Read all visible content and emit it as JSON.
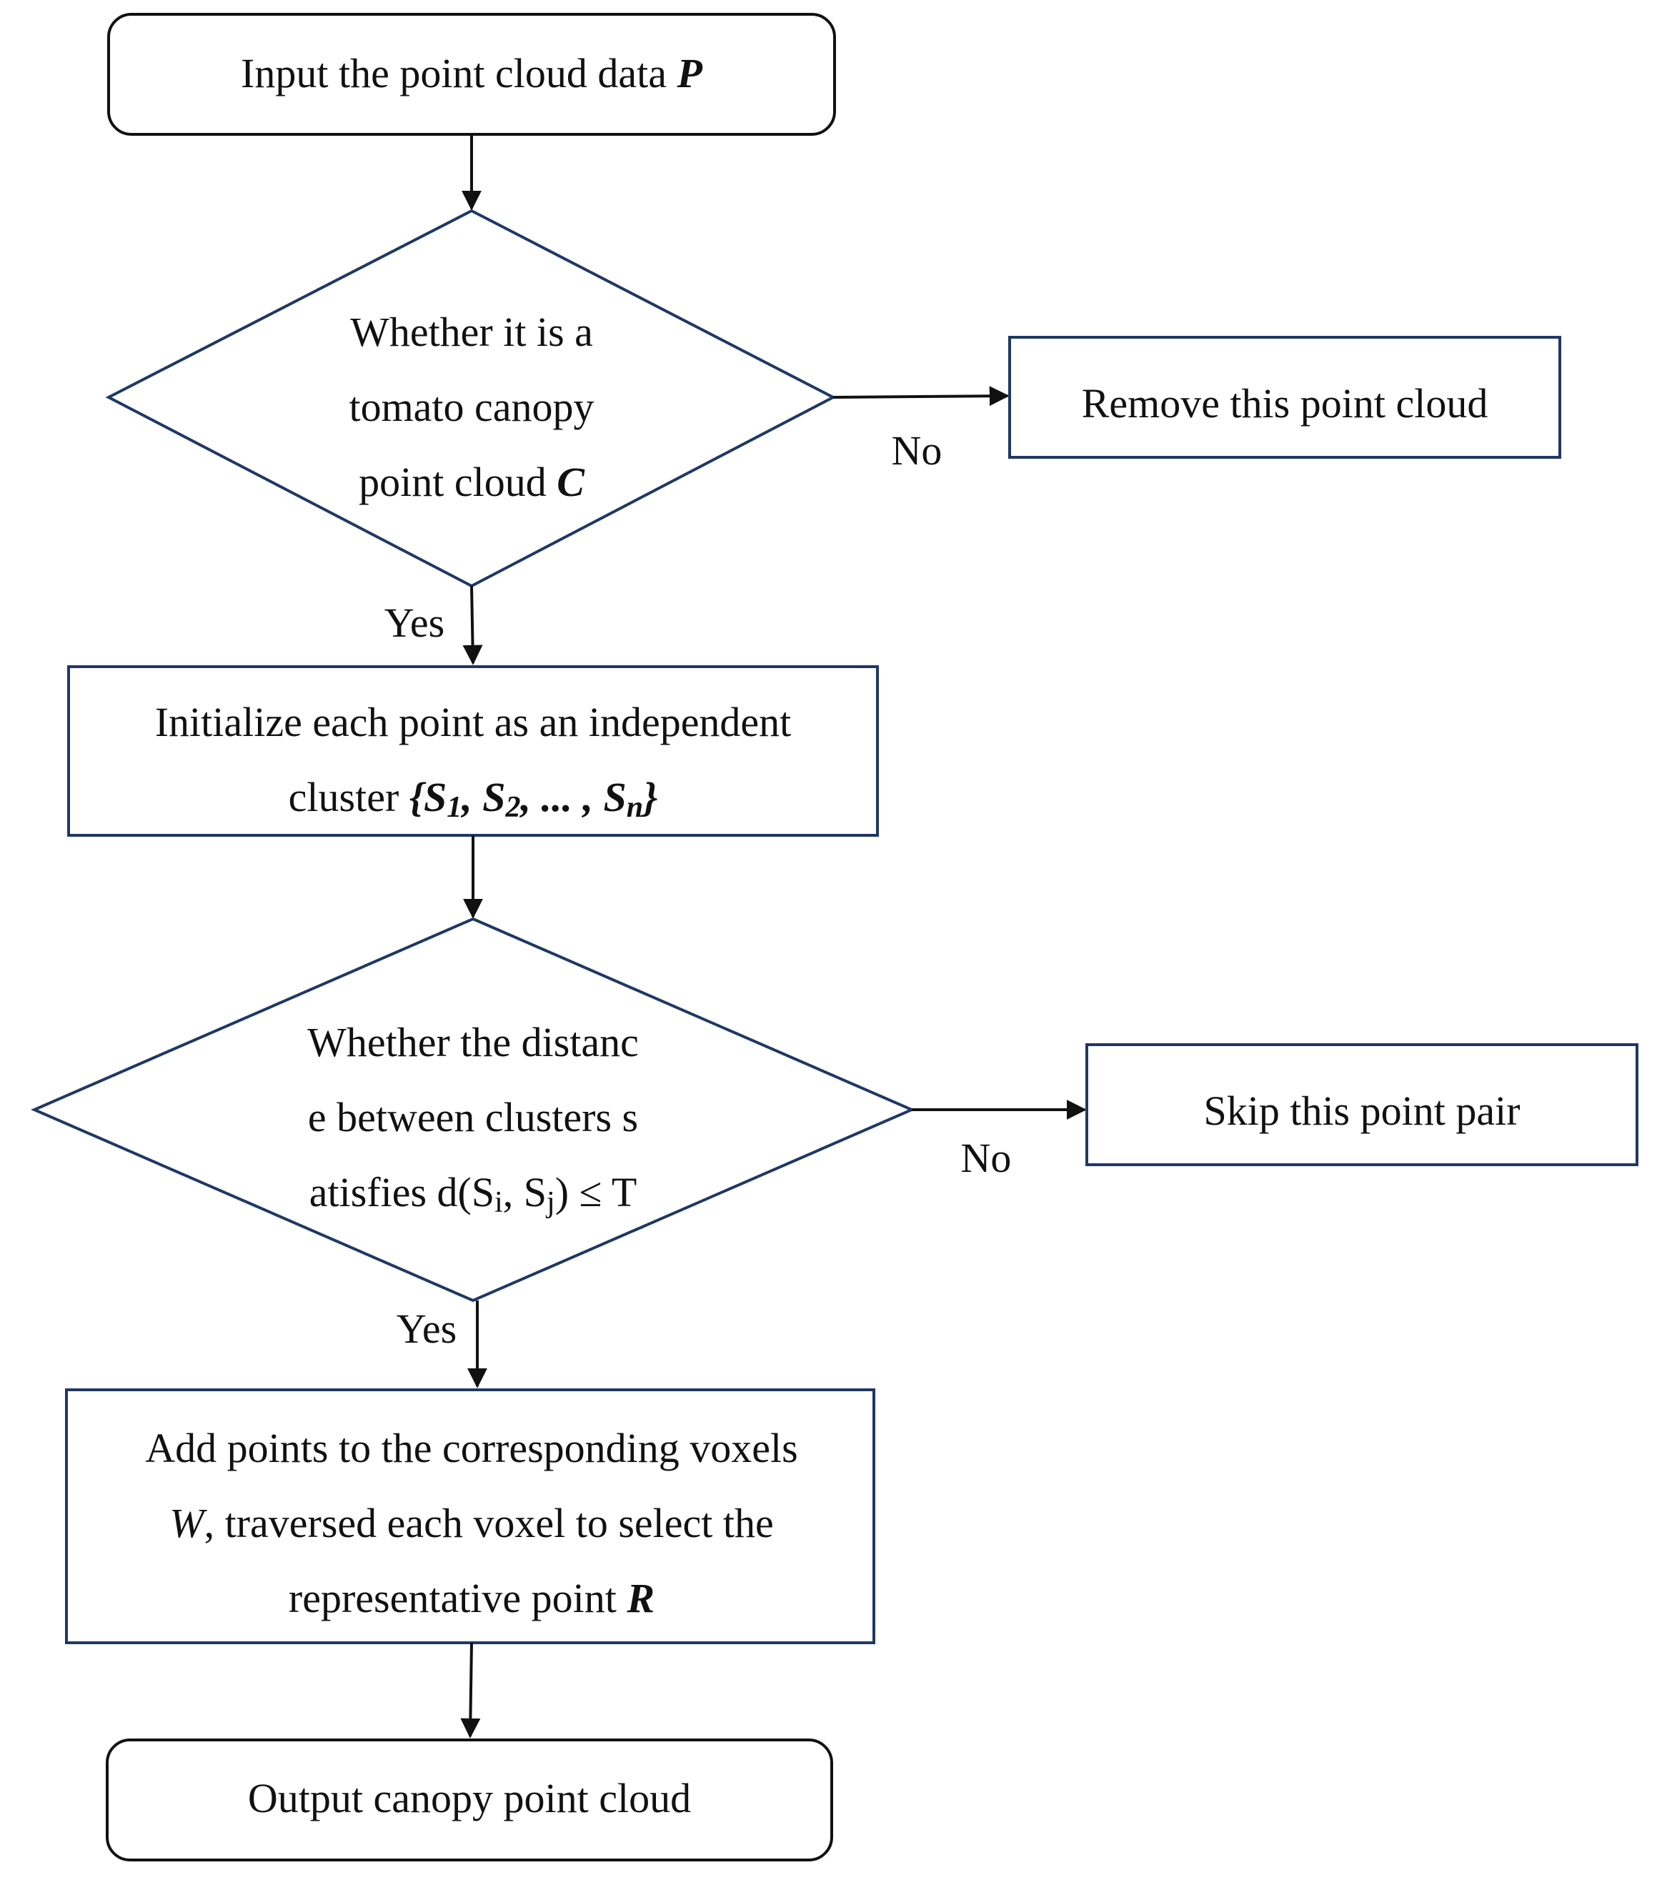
{
  "nodes": {
    "start": {
      "text_prefix": "Input the point cloud data ",
      "text_var": "P"
    },
    "decision1": {
      "line1": "Whether it is a",
      "line2": "tomato canopy",
      "line3_prefix": "point cloud ",
      "line3_var": "C"
    },
    "remove": {
      "text": "Remove this point cloud"
    },
    "init": {
      "line1": "Initialize each point as an independent",
      "line2_prefix": "cluster ",
      "line2_open": "{S",
      "line2_sub1": "1",
      "line2_mid1": ", S",
      "line2_sub2": "2",
      "line2_mid2": ", ... , S",
      "line2_subn": "n",
      "line2_close": "}"
    },
    "decision2": {
      "line1": "Whether the distanc",
      "line2": "e between clusters s",
      "line3_prefix": "atisfies d(S",
      "line3_sub_i": "i",
      "line3_mid": ", S",
      "line3_sub_j": "j",
      "line3_suffix": ") ≤ T"
    },
    "skip": {
      "text": "Skip this point pair"
    },
    "voxel": {
      "line1": "Add points to the corresponding voxels",
      "line2_var": "W",
      "line2_rest": ", traversed each voxel to select the",
      "line3_prefix": "representative point ",
      "line3_var": "R"
    },
    "end": {
      "text": "Output canopy point cloud"
    }
  },
  "edges": {
    "d1_no": "No",
    "d1_yes": "Yes",
    "d2_no": "No",
    "d2_yes": "Yes"
  }
}
